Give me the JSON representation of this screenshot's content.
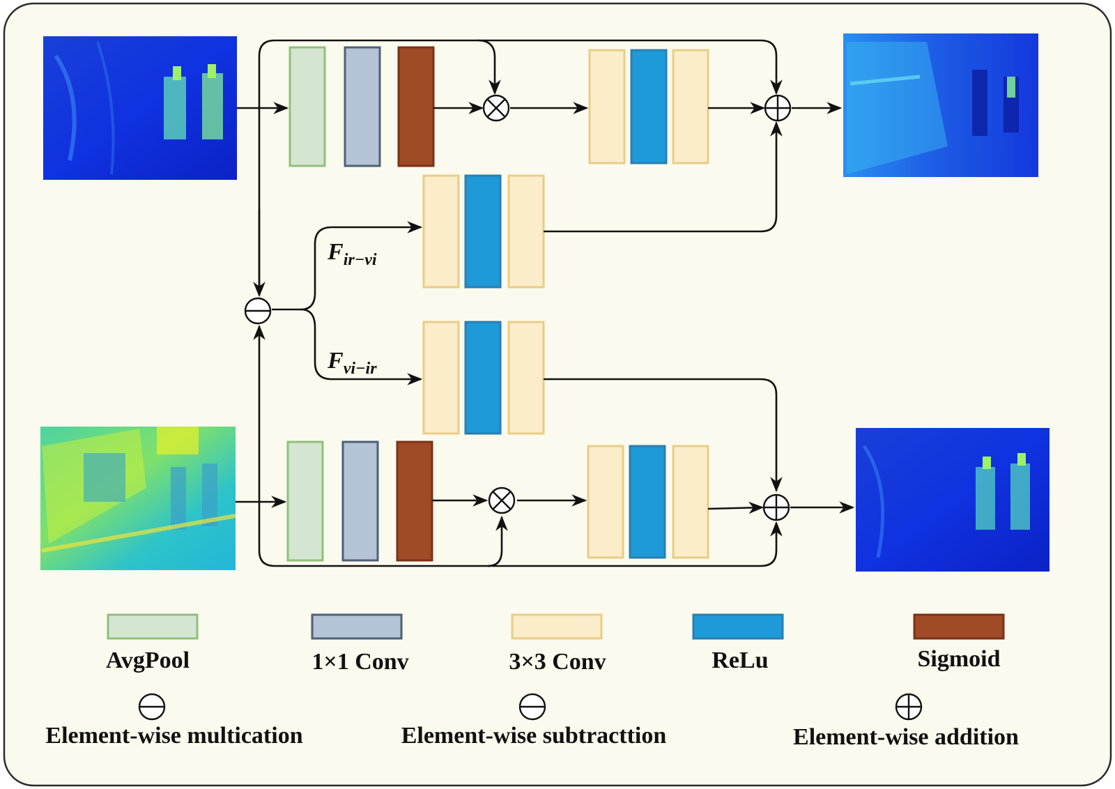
{
  "colors": {
    "avgpool": "#d4e6d1",
    "avgpool_border": "#8fc07a",
    "conv1x1": "#b5c3d6",
    "conv1x1_border": "#4d6076",
    "conv3x3": "#fbecca",
    "conv3x3_border": "#e9cd86",
    "relu": "#1f9ad8",
    "relu_border": "#2a7fb0",
    "sigmoid": "#a04a26",
    "sigmoid_border": "#7a3316",
    "panel_bg": "#fbfaee"
  },
  "labels": {
    "f_ir_vi": {
      "main": "F",
      "sub": "ir−vi"
    },
    "f_vi_ir": {
      "main": "F",
      "sub": "vi−ir"
    }
  },
  "legend": {
    "avgpool": "AvgPool",
    "conv1x1": "1×1 Conv",
    "conv3x3": "3×3 Conv",
    "relu": "ReLu",
    "sigmoid": "Sigmoid",
    "multiplication": "Element-wise multication",
    "subtraction": "Element-wise subtracttion",
    "addition": "Element-wise addition"
  },
  "images": {
    "input_top": "feature-map-heatmap-blue",
    "input_bottom": "feature-map-heatmap-green",
    "output_top": "feature-map-heatmap-blue",
    "output_bottom": "feature-map-heatmap-blue"
  }
}
